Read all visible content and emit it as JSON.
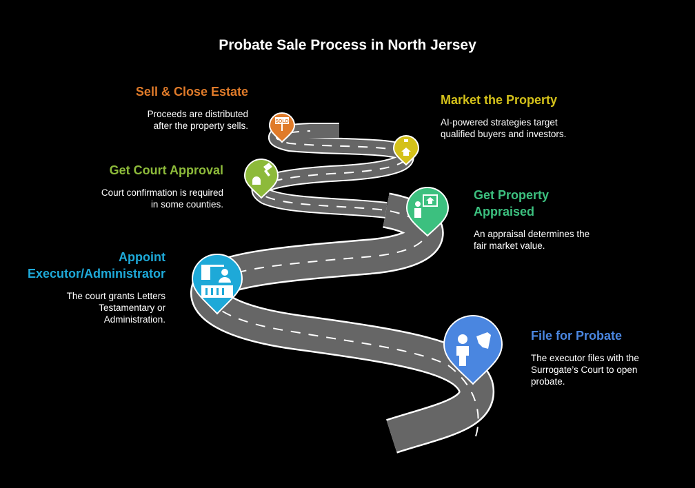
{
  "title": "Probate Sale Process in North Jersey",
  "steps": [
    {
      "title": "File for Probate",
      "desc": "The executor files with the Surrogate’s Court to open probate.",
      "color": "#4a86e0",
      "icon": "person-document-icon"
    },
    {
      "title": "Appoint Executor/Administrator",
      "desc": "The court grants Letters Testamentary or Administration.",
      "color": "#1ea9d8",
      "icon": "court-presenter-icon"
    },
    {
      "title": "Get Property Appraised",
      "desc": "An appraisal determines the fair market value.",
      "color": "#3cc07f",
      "icon": "appraiser-house-icon"
    },
    {
      "title": "Get Court Approval",
      "desc": "Court confirmation is required in some counties.",
      "color": "#8dba3a",
      "icon": "gavel-icon"
    },
    {
      "title": "Market the Property",
      "desc": "AI-powered strategies target qualified buyers and investors.",
      "color": "#d4c11a",
      "icon": "house-network-icon"
    },
    {
      "title": "Sell & Close Estate",
      "desc": "Proceeds are distributed after the property sells.",
      "color": "#e07b2a",
      "icon": "sold-sign-icon"
    }
  ],
  "sold_sign": "SOLD"
}
